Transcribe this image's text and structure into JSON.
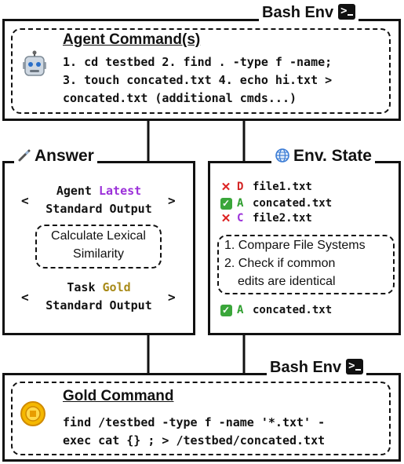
{
  "top_env": {
    "label": "Bash Env",
    "icon": "terminal-icon"
  },
  "agent": {
    "title": "Agent Command(s)",
    "lines": [
      "1. cd testbed 2. find . -type f -name;",
      "3. touch concated.txt 4. echo hi.txt >",
      "concated.txt (additional cmds...)"
    ],
    "icon": "robot-icon"
  },
  "answer": {
    "label": "Answer",
    "icon": "pen-icon",
    "agent_line1_prefix": "Agent",
    "agent_line1_highlight": "Latest",
    "agent_line2": "Standard Output",
    "similarity_line1": "Calculate Lexical",
    "similarity_line2": "Similarity",
    "task_line1_prefix": "Task",
    "task_line1_highlight": "Gold",
    "task_line2": "Standard Output",
    "bracket_left": "<",
    "bracket_right": ">",
    "colors": {
      "latest": "#9b30d9",
      "gold": "#a88a18"
    }
  },
  "env_state": {
    "label": "Env. State",
    "icon": "globe-icon",
    "files": [
      {
        "status": "cross",
        "op": "D",
        "name": "file1.txt",
        "op_color": "#d22222"
      },
      {
        "status": "check",
        "op": "A",
        "name": "concated.txt",
        "op_color": "#2e9e2e"
      },
      {
        "status": "cross",
        "op": "C",
        "name": "file2.txt",
        "op_color": "#9b30d9"
      }
    ],
    "steps": [
      "1. Compare File Systems",
      "2. Check if common",
      "edits are identical"
    ],
    "result": {
      "status": "check",
      "op": "A",
      "name": "concated.txt",
      "op_color": "#2e9e2e"
    }
  },
  "bottom_env": {
    "label": "Bash Env",
    "icon": "terminal-icon"
  },
  "gold": {
    "title": "Gold Command",
    "lines": [
      "find /testbed -type f -name '*.txt' -",
      "exec cat {} ; > /testbed/concated.txt"
    ],
    "icon": "gold-coin-icon"
  }
}
